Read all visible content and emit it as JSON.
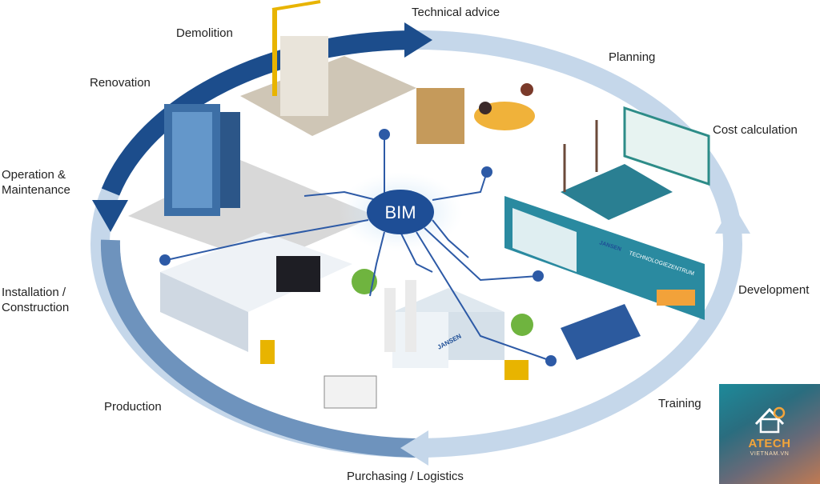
{
  "center": {
    "label": "BIM"
  },
  "stages": {
    "technical_advice": "Technical advice",
    "planning": "Planning",
    "cost_calculation": "Cost calculation",
    "development": "Development",
    "training": "Training",
    "purchasing_logistics": "Purchasing / Logistics",
    "production": "Production",
    "installation_construction": "Installation /\nConstruction",
    "operation_maintenance": "Operation &\nMaintenance",
    "renovation": "Renovation",
    "demolition": "Demolition"
  },
  "scene_signage": {
    "factory_sign": "JANSEN",
    "wall_panel_sign": "JANSEN",
    "center_banner": "TECHNOLOGIEZENTRUM"
  },
  "logo": {
    "name": "ATECH",
    "sub": "VIETNAM.VN",
    "accent_color": "#f3a43a"
  },
  "colors": {
    "ring_dark": "#1c4d8c",
    "ring_light": "#c5d7ea",
    "bim_fill": "#1e4e96",
    "connector": "#2d5aa6"
  }
}
